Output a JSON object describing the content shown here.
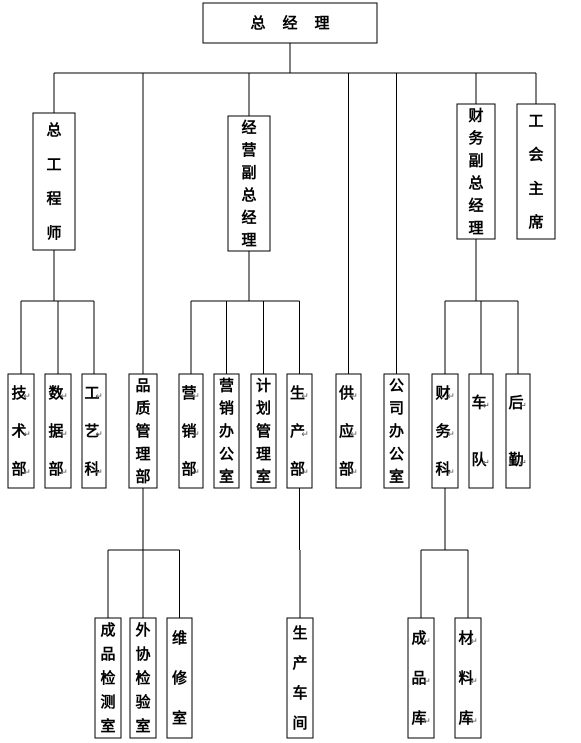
{
  "diagram": {
    "title": "总经理",
    "nodes": [
      {
        "id": "gm",
        "label": "总经理"
      },
      {
        "id": "chief-engineer",
        "label": "总工程师"
      },
      {
        "id": "vp-operations",
        "label": "经营副总经理"
      },
      {
        "id": "vp-finance",
        "label": "财务副总经理"
      },
      {
        "id": "union-chair",
        "label": "工会主席"
      },
      {
        "id": "tech-dept",
        "label": "技术部"
      },
      {
        "id": "data-dept",
        "label": "数据部"
      },
      {
        "id": "process-section",
        "label": "工艺科"
      },
      {
        "id": "quality-dept",
        "label": "品质管理部"
      },
      {
        "id": "sales-dept",
        "label": "营销部"
      },
      {
        "id": "sales-office",
        "label": "营销办公室"
      },
      {
        "id": "planning-office",
        "label": "计划管理室"
      },
      {
        "id": "production-dept",
        "label": "生产部"
      },
      {
        "id": "supply-dept",
        "label": "供应部"
      },
      {
        "id": "company-office",
        "label": "公司办公室"
      },
      {
        "id": "finance-section",
        "label": "财务科"
      },
      {
        "id": "vehicle-team",
        "label": "车队"
      },
      {
        "id": "logistics",
        "label": "后勤"
      },
      {
        "id": "product-inspection",
        "label": "成品检测室"
      },
      {
        "id": "outsourced-inspection",
        "label": "外协检验室"
      },
      {
        "id": "repair-room",
        "label": "维修室"
      },
      {
        "id": "workshop",
        "label": "生产车间"
      },
      {
        "id": "finished-warehouse",
        "label": "成品库"
      },
      {
        "id": "material-warehouse",
        "label": "材料库"
      }
    ],
    "edges": [
      [
        "gm",
        "chief-engineer"
      ],
      [
        "gm",
        "quality-dept"
      ],
      [
        "gm",
        "vp-operations"
      ],
      [
        "gm",
        "supply-dept"
      ],
      [
        "gm",
        "company-office"
      ],
      [
        "gm",
        "vp-finance"
      ],
      [
        "gm",
        "union-chair"
      ],
      [
        "chief-engineer",
        "tech-dept"
      ],
      [
        "chief-engineer",
        "data-dept"
      ],
      [
        "chief-engineer",
        "process-section"
      ],
      [
        "vp-operations",
        "sales-dept"
      ],
      [
        "vp-operations",
        "sales-office"
      ],
      [
        "vp-operations",
        "planning-office"
      ],
      [
        "vp-operations",
        "production-dept"
      ],
      [
        "vp-finance",
        "finance-section"
      ],
      [
        "vp-finance",
        "vehicle-team"
      ],
      [
        "vp-finance",
        "logistics"
      ],
      [
        "quality-dept",
        "product-inspection"
      ],
      [
        "quality-dept",
        "outsourced-inspection"
      ],
      [
        "quality-dept",
        "repair-room"
      ],
      [
        "production-dept",
        "workshop"
      ],
      [
        "finance-section",
        "finished-warehouse"
      ],
      [
        "finance-section",
        "material-warehouse"
      ]
    ],
    "return_mark": "↵"
  }
}
